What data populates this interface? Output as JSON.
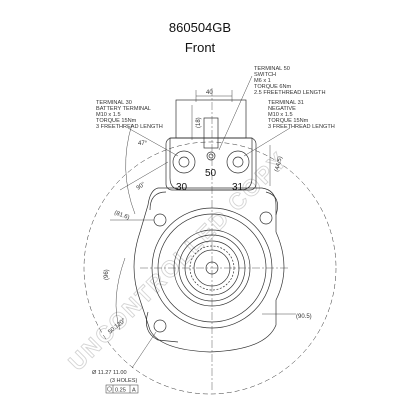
{
  "header": {
    "part_number": "860504GB",
    "view": "Front"
  },
  "watermark": "UNCONTROLLED COPY",
  "terminals": {
    "t50": [
      "TERMINAL 50",
      "SWITCH",
      "M6 x 1",
      "TORQUE 6Nm",
      "2.5 FREETHREAD LENGTH"
    ],
    "t30": [
      "TERMINAL 30",
      "BATTERY TERMINAL",
      "M10 x 1.5",
      "TORQUE 15Nm",
      "3 FREETHREAD LENGTH"
    ],
    "t31": [
      "TERMINAL 31",
      "NEGATIVE",
      "M10 x 1.5",
      "TORQUE 15Nm",
      "3 FREETHREAD LENGTH"
    ]
  },
  "terminal_labels": {
    "t30": "30",
    "t50": "50",
    "t31": "31"
  },
  "dimensions": {
    "d40": "40",
    "d18": "(18)",
    "d445": "(44.5)",
    "d47": "47°",
    "d90": "90°",
    "d816": "(81.6)",
    "d96": "(96)",
    "d905": "(90.5)",
    "d50deg": "50.120°"
  },
  "holes": {
    "spec": "Ø 11.27\n11.00",
    "count": "(3 HOLES)",
    "tolerance": "0.25",
    "datum": "A"
  }
}
